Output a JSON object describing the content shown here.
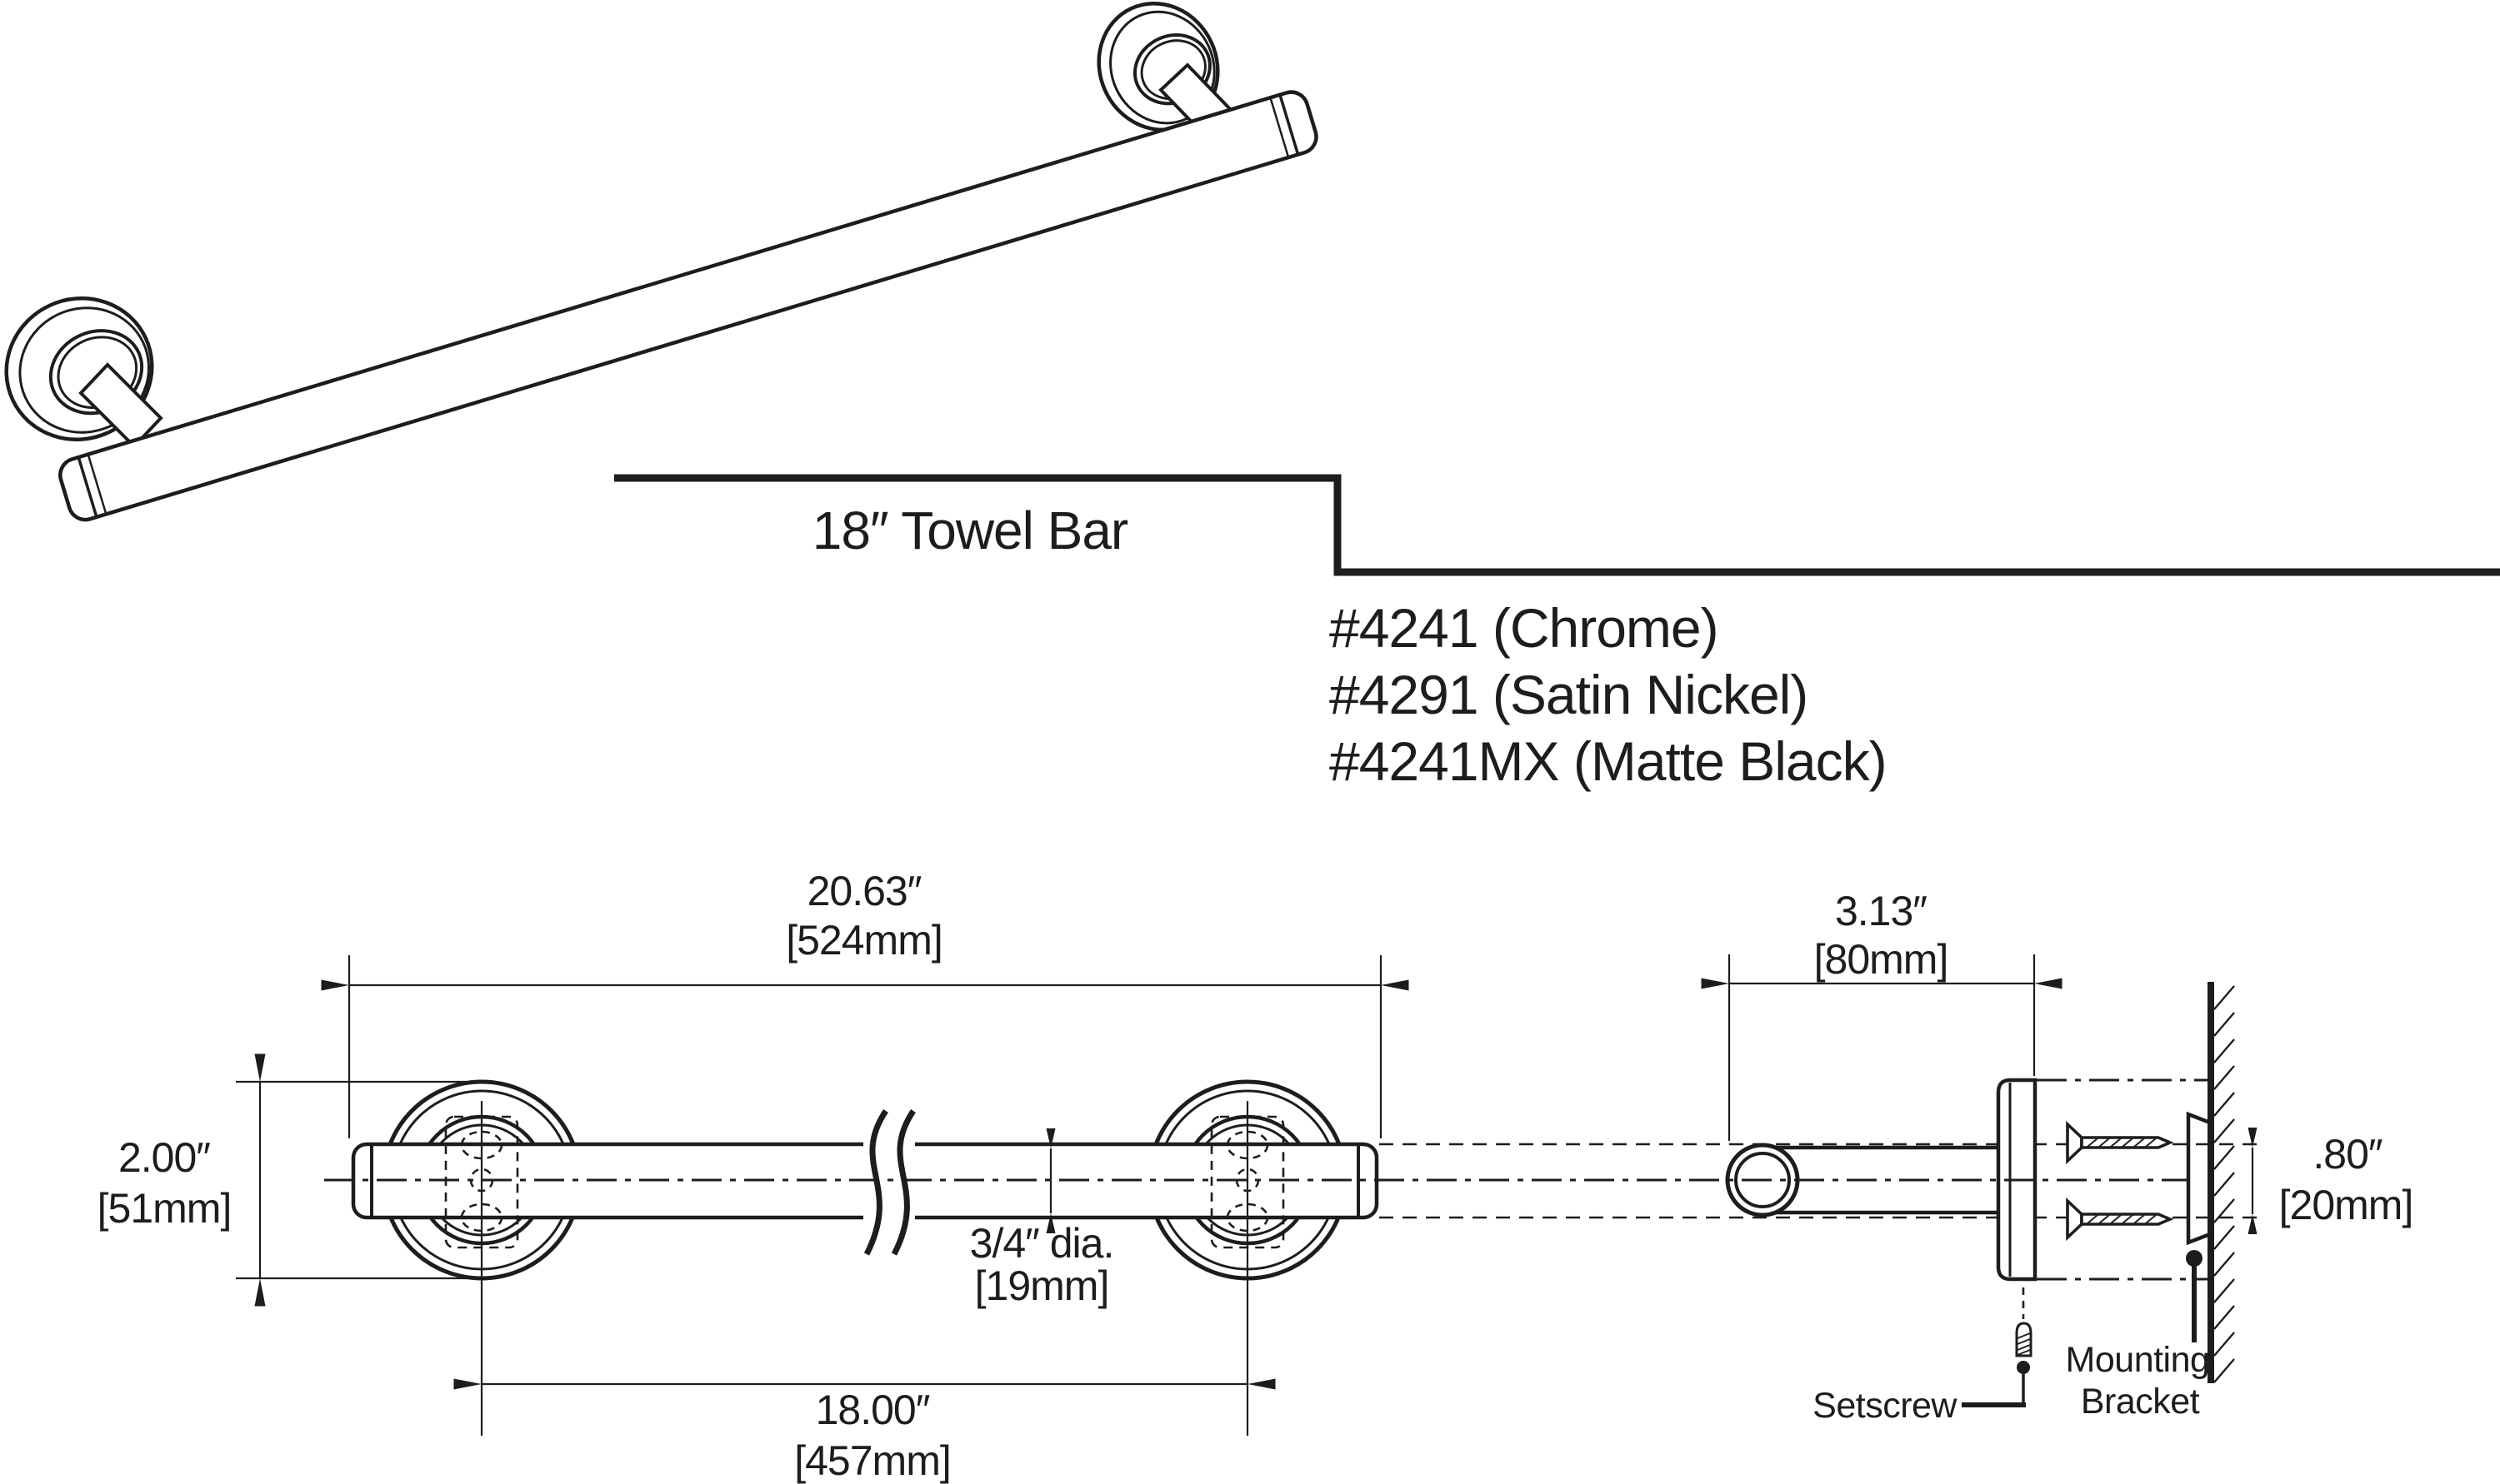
{
  "page": {
    "background": "#ffffff",
    "line_color": "#1d1d1b"
  },
  "header": {
    "title": "18″ Towel Bar",
    "products": [
      {
        "label": "#4241 (Chrome)"
      },
      {
        "label": "#4291 (Satin Nickel)"
      },
      {
        "label": "#4241MX (Matte Black)"
      }
    ]
  },
  "dimensions": {
    "overall_length": {
      "inches": "20.63″",
      "metric": "[524mm]"
    },
    "flange_diameter": {
      "inches": "2.00″",
      "metric": "[51mm]"
    },
    "bar_diameter": {
      "inches": "3/4″ dia.",
      "metric": "[19mm]"
    },
    "center_to_center": {
      "inches": "18.00″",
      "metric": "[457mm]"
    },
    "projection": {
      "inches": "3.13″",
      "metric": "[80mm]"
    },
    "bracket_offset": {
      "inches": ".80″",
      "metric": "[20mm]"
    }
  },
  "callouts": {
    "setscrew": "Setscrew",
    "mounting_bracket": [
      "Mounting",
      "Bracket"
    ]
  }
}
